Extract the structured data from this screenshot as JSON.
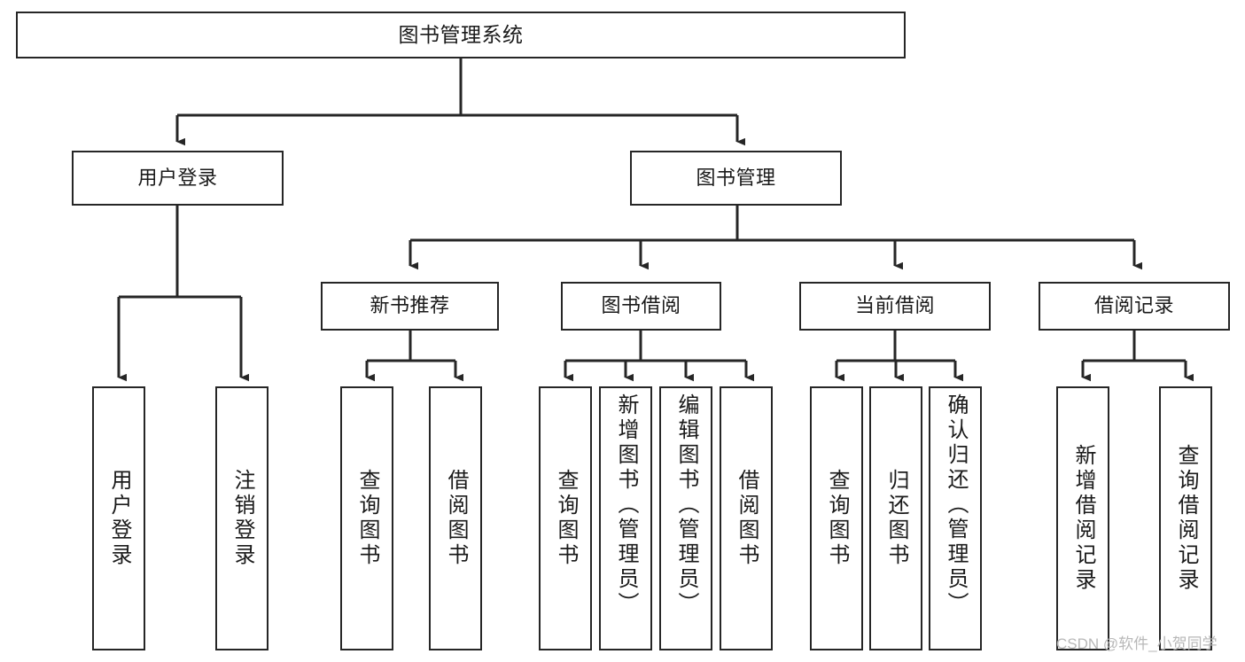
{
  "diagram": {
    "title": "图书管理系统",
    "type": "tree",
    "watermark": "CSDN @软件_小贺同学",
    "stroke_color": "#262626",
    "fill_color": "#ffffff",
    "text_color": "#1a1a1a",
    "nodes": {
      "root": {
        "label": "图书管理系统"
      },
      "level2": [
        {
          "id": "user-login",
          "label": "用户登录"
        },
        {
          "id": "book-manage",
          "label": "图书管理"
        }
      ],
      "level3": [
        {
          "id": "new-book-recommend",
          "label": "新书推荐"
        },
        {
          "id": "book-borrow",
          "label": "图书借阅"
        },
        {
          "id": "current-borrow",
          "label": "当前借阅"
        },
        {
          "id": "borrow-record",
          "label": "借阅记录"
        }
      ],
      "leaves": {
        "user-login": [
          {
            "id": "leaf-user-login",
            "label": "用户登录"
          },
          {
            "id": "leaf-logout-login",
            "label": "注销登录"
          }
        ],
        "new-book-recommend": [
          {
            "id": "leaf-query-book-1",
            "label": "查询图书"
          },
          {
            "id": "leaf-borrow-book-1",
            "label": "借阅图书"
          }
        ],
        "book-borrow": [
          {
            "id": "leaf-query-book-2",
            "label": "查询图书"
          },
          {
            "id": "leaf-add-book",
            "label": "新增图书（管理员）"
          },
          {
            "id": "leaf-edit-book",
            "label": "编辑图书（管理员）"
          },
          {
            "id": "leaf-borrow-book-2",
            "label": "借阅图书"
          }
        ],
        "current-borrow": [
          {
            "id": "leaf-query-book-3",
            "label": "查询图书"
          },
          {
            "id": "leaf-return-book",
            "label": "归还图书"
          },
          {
            "id": "leaf-confirm-return",
            "label": "确认归还（管理员）"
          }
        ],
        "borrow-record": [
          {
            "id": "leaf-add-record",
            "label": "新增借阅记录"
          },
          {
            "id": "leaf-query-record",
            "label": "查询借阅记录"
          }
        ]
      }
    }
  }
}
